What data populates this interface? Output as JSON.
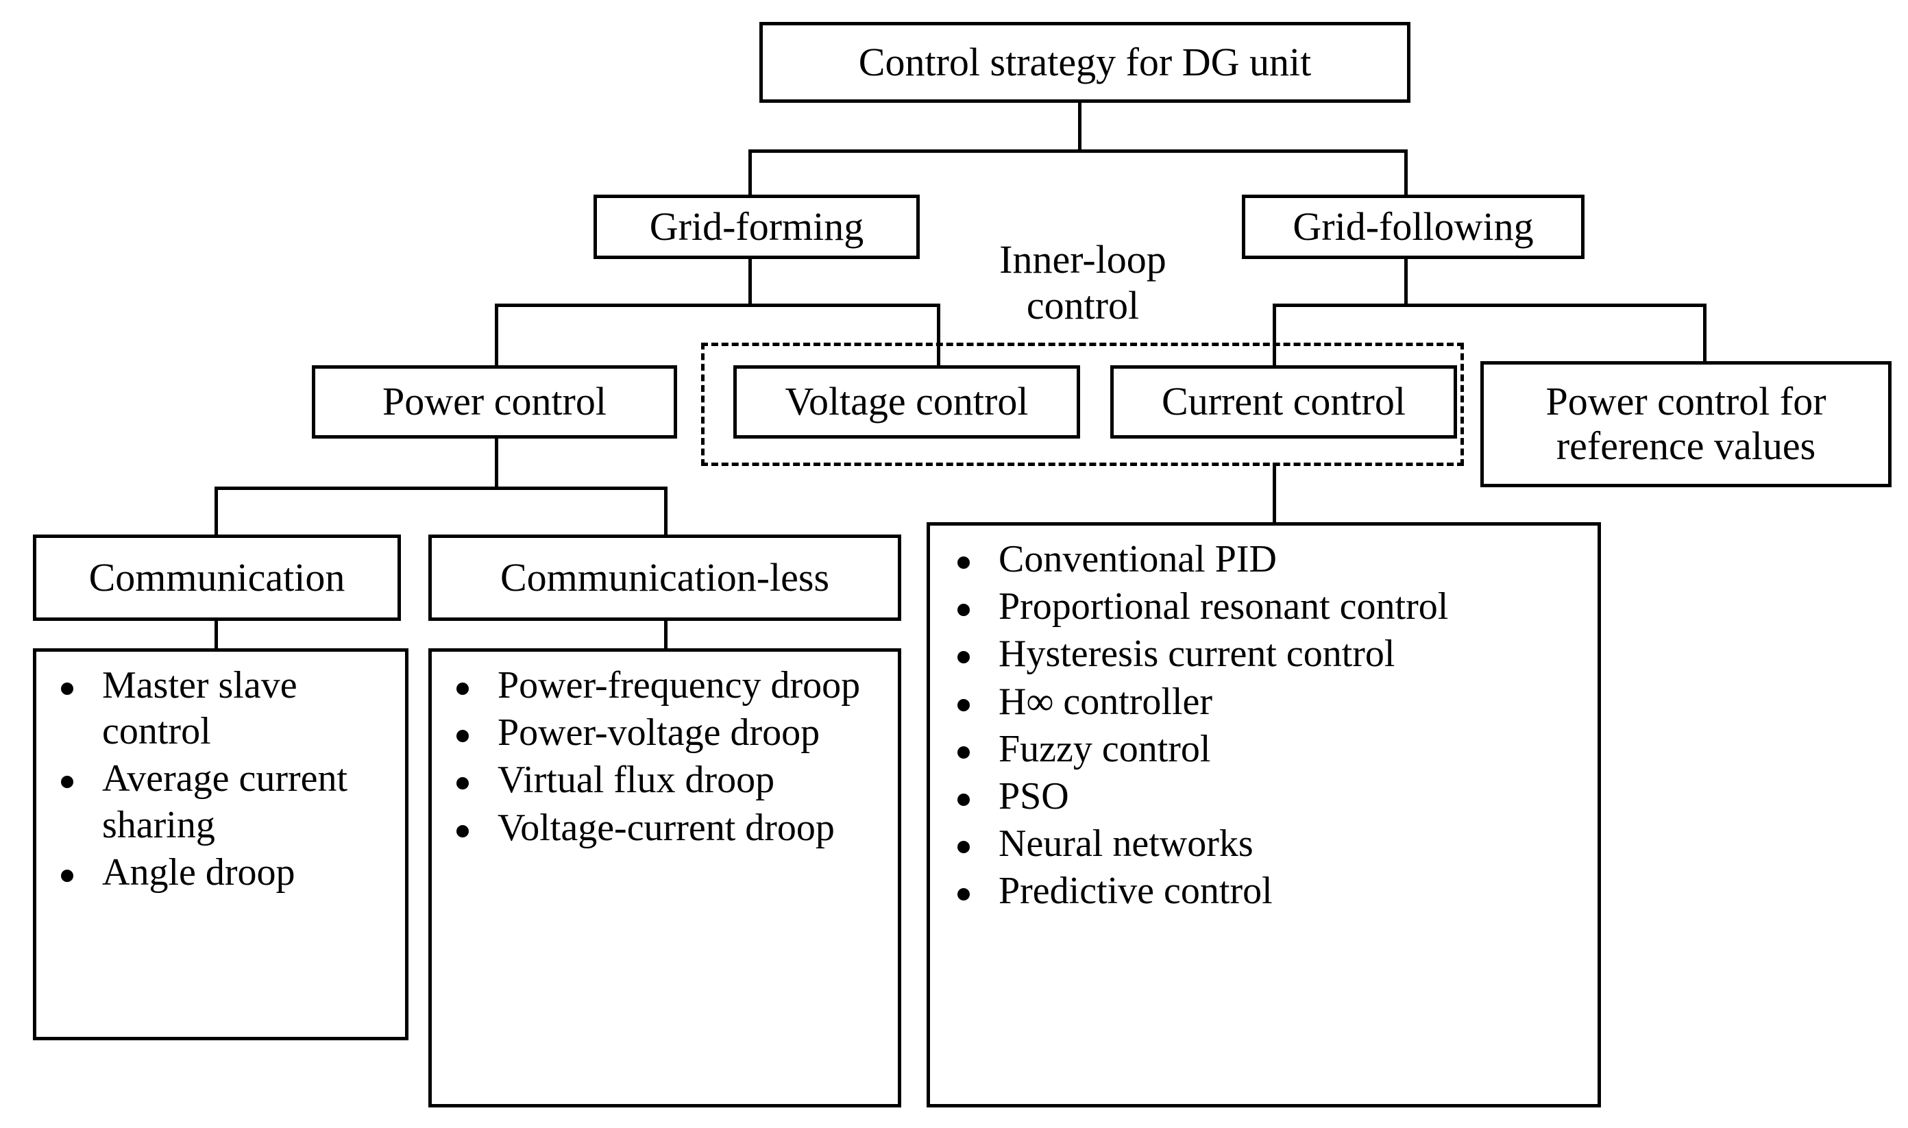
{
  "diagram": {
    "title_node": "Control strategy for DG unit",
    "caption_inner_loop": "Inner-loop\ncontrol",
    "nodes": {
      "grid_forming": "Grid-forming",
      "grid_following": "Grid-following",
      "power_control": "Power control",
      "voltage_control": "Voltage control",
      "current_control": "Current control",
      "power_control_reference": "Power control for\nreference values",
      "communication": "Communication",
      "communication_less": "Communication-less"
    },
    "lists": {
      "communication_items": [
        "Master slave control",
        "Average current sharing",
        " Angle droop"
      ],
      "communication_less_items": [
        "Power-frequency droop",
        "Power-voltage droop",
        "Virtual flux droop",
        "Voltage-current droop"
      ],
      "current_control_items": [
        "Conventional PID",
        "Proportional resonant control",
        "Hysteresis current control",
        "H∞ controller",
        "Fuzzy control",
        "PSO",
        "Neural networks",
        "Predictive control"
      ]
    },
    "colors": {
      "stroke": "#000000",
      "background": "#ffffff",
      "text": "#000000"
    }
  }
}
